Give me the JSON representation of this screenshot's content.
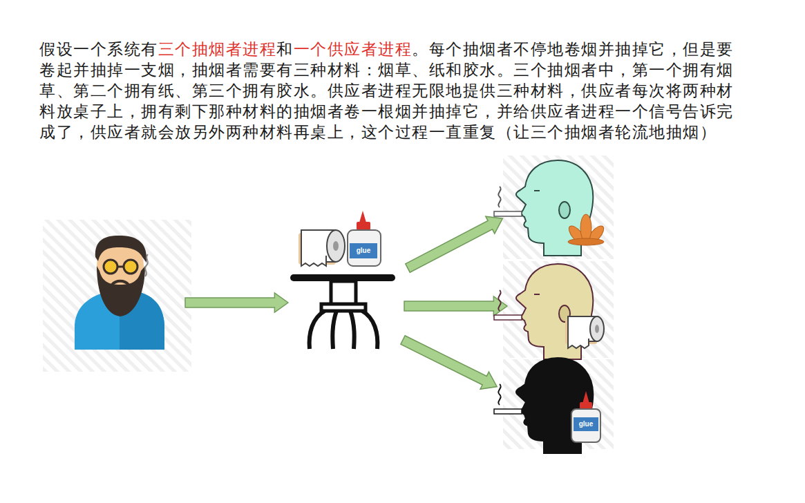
{
  "diagram": {
    "labels": [
      "假设一个系统有",
      "三个抽烟者进程",
      "和",
      "一个供应者进程",
      "。每个抽烟者不停地卷烟并抽掉它，但是要卷起并抽掉一支烟，抽烟者需要有三种材料：烟草、纸和胶水。三个抽烟者中，第一个拥有烟草、第二个拥有纸、第三个拥有胶水。供应者进程无限地提供三种材料，供应者每次将两种材料放桌子上，拥有剩下那种材料的抽烟者卷一根烟并抽掉它，并给供应者进程一个信号告诉完成了，供应者就会放另外两种材料再桌上，这个过程一直重复（让三个抽烟者轮流地抽烟）",
      "glue",
      "glue"
    ]
  }
}
